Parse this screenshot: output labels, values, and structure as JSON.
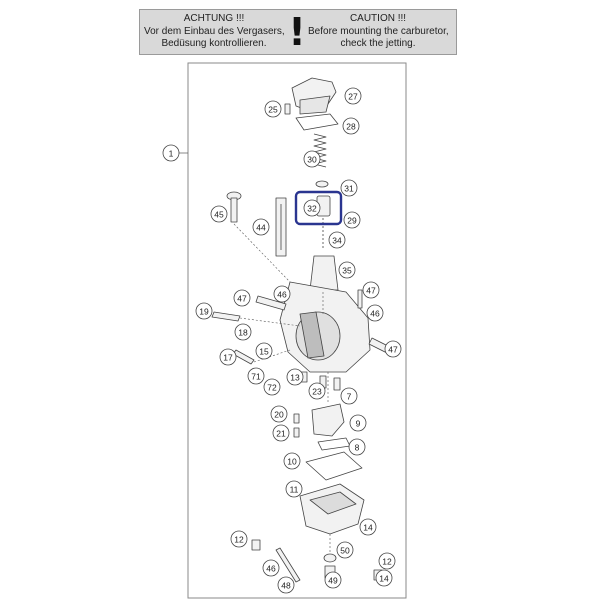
{
  "warning": {
    "de_title": "ACHTUNG !!!",
    "de_line1": "Vor dem Einbau des Vergasers,",
    "de_line2": "Bedüsung kontrollieren.",
    "symbol": "!",
    "en_title": "CAUTION !!!",
    "en_line1": "Before mounting the carburetor,",
    "en_line2": "check the jetting."
  },
  "callouts": [
    "1",
    "25",
    "27",
    "28",
    "30",
    "31",
    "32",
    "29",
    "34",
    "45",
    "44",
    "35",
    "47",
    "46",
    "19",
    "18",
    "17",
    "15",
    "71",
    "72",
    "13",
    "23",
    "7",
    "20",
    "9",
    "21",
    "8",
    "10",
    "11",
    "12",
    "50",
    "46",
    "48",
    "49",
    "47",
    "46",
    "47",
    "14",
    "14",
    "12"
  ],
  "highlight": {
    "label": "32",
    "color": "#2a3590"
  }
}
